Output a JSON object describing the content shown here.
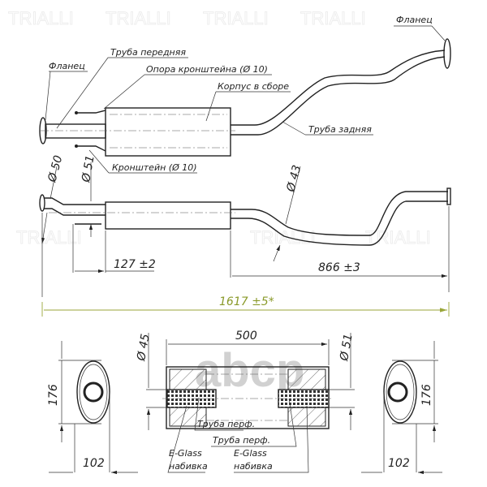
{
  "watermarks": {
    "brand": "TRIALLI",
    "site": "abcp"
  },
  "top_view": {
    "labels": {
      "flange_left": "Фланец",
      "front_pipe": "Труба передняя",
      "bracket_support": "Опора кронштейна (Ø 10)",
      "body_assembly": "Корпус в сборе",
      "rear_pipe": "Труба задняя",
      "bracket": "Кронштейн (Ø 10)",
      "flange_right": "Фланец"
    }
  },
  "side_view": {
    "dims": {
      "d_flange": "Ø 50",
      "d_inlet": "Ø 51",
      "d_rear": "Ø 43",
      "bracket_offset": "127 ±2",
      "rear_length": "866 ±3",
      "total_length": "1617 ±5*"
    },
    "colors": {
      "total_dim": "#8a9a2a"
    }
  },
  "section_view": {
    "dims": {
      "length": "500",
      "d_in": "Ø 45",
      "d_out": "Ø 51",
      "height_left": "176",
      "width_left": "102",
      "height_right": "176",
      "width_right": "102"
    },
    "labels": {
      "perf_tube_1": "Труба перф.",
      "perf_tube_2": "Труба перф.",
      "packing_1_a": "E-Glass",
      "packing_1_b": "набивка",
      "packing_2_a": "E-Glass",
      "packing_2_b": "набивка"
    }
  }
}
